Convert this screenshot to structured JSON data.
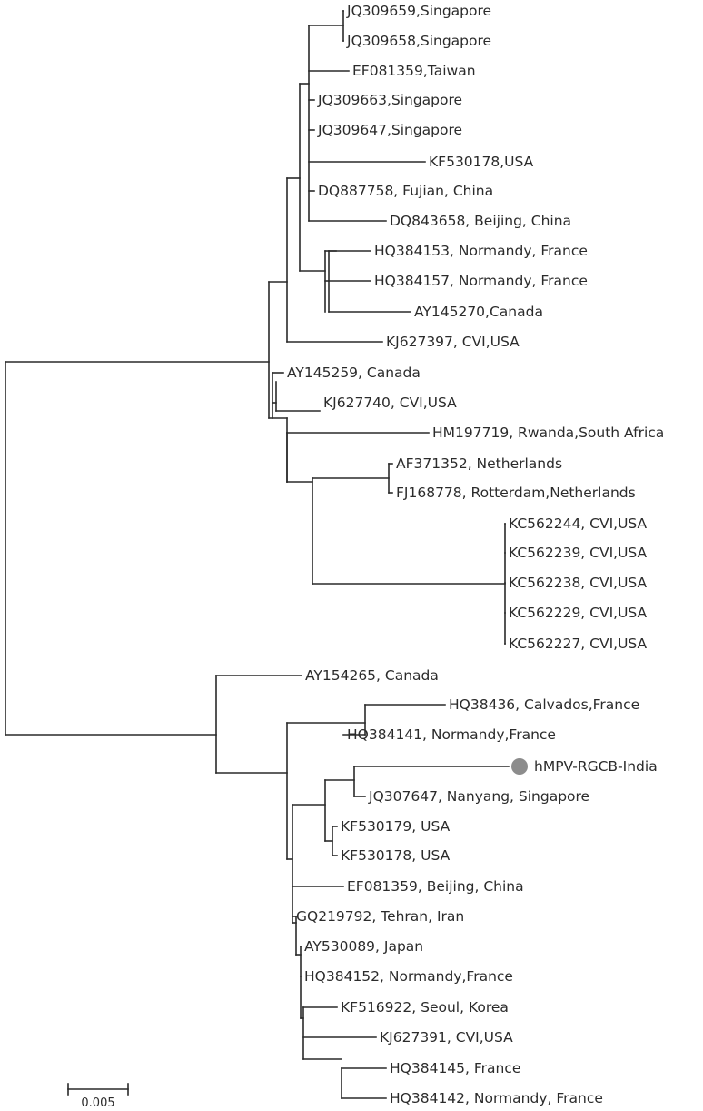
{
  "tree": {
    "leaves": [
      {
        "label": "JQ309659,Singapore"
      },
      {
        "label": "JQ309658,Singapore"
      },
      {
        "label": "EF081359,Taiwan"
      },
      {
        "label": "JQ309663,Singapore"
      },
      {
        "label": "JQ309647,Singapore"
      },
      {
        "label": "KF530178,USA"
      },
      {
        "label": "DQ887758, Fujian, China"
      },
      {
        "label": "DQ843658, Beijing, China"
      },
      {
        "label": "HQ384153, Normandy, France"
      },
      {
        "label": "HQ384157, Normandy, France"
      },
      {
        "label": "AY145270,Canada"
      },
      {
        "label": "KJ627397, CVI,USA"
      },
      {
        "label": "AY145259, Canada"
      },
      {
        "label": "KJ627740, CVI,USA"
      },
      {
        "label": "HM197719, Rwanda,South Africa"
      },
      {
        "label": "AF371352, Netherlands"
      },
      {
        "label": "FJ168778, Rotterdam,Netherlands"
      },
      {
        "label": "KC562244, CVI,USA"
      },
      {
        "label": "KC562239, CVI,USA"
      },
      {
        "label": "KC562238, CVI,USA"
      },
      {
        "label": "KC562229, CVI,USA"
      },
      {
        "label": "KC562227, CVI,USA"
      },
      {
        "label": "AY154265, Canada"
      },
      {
        "label": "HQ38436, Calvados,France"
      },
      {
        "label": "HQ384141, Normandy,France"
      },
      {
        "label": "hMPV-RGCB-India",
        "marker": "grey-circle",
        "marker_color": "#8c8c8c"
      },
      {
        "label": "JQ307647, Nanyang, Singapore"
      },
      {
        "label": "KF530179, USA"
      },
      {
        "label": "KF530178, USA"
      },
      {
        "label": "EF081359, Beijing, China"
      },
      {
        "label": "GQ219792, Tehran, Iran"
      },
      {
        "label": "AY530089, Japan"
      },
      {
        "label": "HQ384152, Normandy,France"
      },
      {
        "label": "KF516922, Seoul, Korea"
      },
      {
        "label": "KJ627391, CVI,USA"
      },
      {
        "label": "HQ384145, France"
      },
      {
        "label": "HQ384142, Normandy, France"
      }
    ],
    "scale_bar": {
      "label": "0.005",
      "length_units": 0.005
    }
  }
}
